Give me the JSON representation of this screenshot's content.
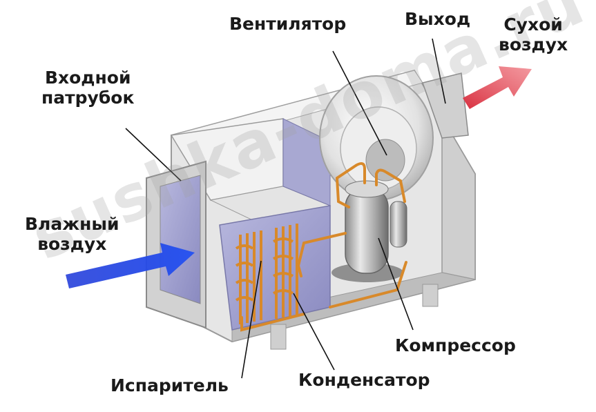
{
  "labels": {
    "inlet_pipe_line1": "Входной",
    "inlet_pipe_line2": "патрубок",
    "fan": "Вентилятор",
    "outlet": "Выход",
    "dry_air_line1": "Сухой",
    "dry_air_line2": "воздух",
    "humid_air_line1": "Влажный",
    "humid_air_line2": "воздух",
    "compressor": "Компрессор",
    "evaporator": "Испаритель",
    "condenser": "Конденсатор"
  },
  "watermark": "sushka-doma.ru",
  "colors": {
    "inflow_arrow": "#1f3fe0",
    "outflow_arrow": "#e8404a",
    "copper_tubing": "#d8892a",
    "housing": "#d9d9d9",
    "coil_panel": "#9c9ccc"
  }
}
